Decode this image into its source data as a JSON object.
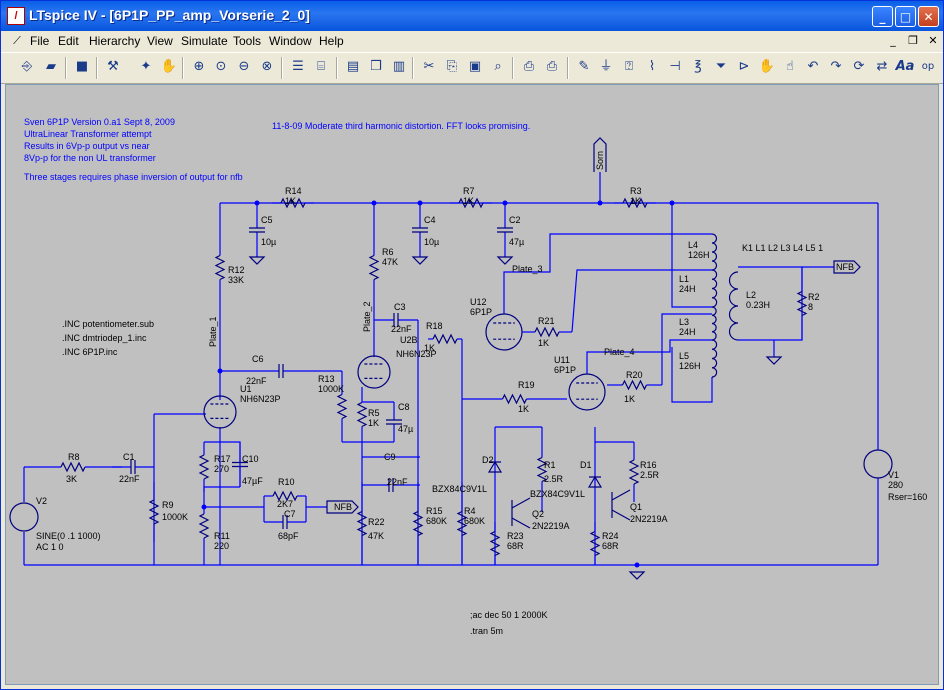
{
  "window": {
    "title": "LTspice IV - [6P1P_PP_amp_Vorserie_2_0]"
  },
  "menu": {
    "items": [
      "File",
      "Edit",
      "Hierarchy",
      "View",
      "Simulate",
      "Tools",
      "Window",
      "Help"
    ]
  },
  "toolbar": {
    "right_label": "op",
    "font_label": "Aa"
  },
  "notes": {
    "header": [
      "Sven 6P1P Version 0.a1 Sept 8, 2009",
      "UltraLinear Transformer attempt",
      "Results in 6Vp-p output vs near",
      "8Vp-p for the non UL transformer",
      "Three stages requires phase inversion of output for nfb"
    ],
    "comment": "11-8-09 Moderate third harmonic distortion. FFT looks promising.",
    "includes": [
      ".INC potentiometer.sub",
      ".INC dmtriodep_1.inc",
      ".INC 6P1P.inc"
    ],
    "k_statement": "K1 L1 L2 L3 L4 L5 1",
    "directives": [
      ";ac dec 50 1 2000K",
      ".tran 5m"
    ]
  },
  "components": {
    "R14": {
      "name": "R14",
      "value": "1K"
    },
    "R7": {
      "name": "R7",
      "value": "1K"
    },
    "R3": {
      "name": "R3",
      "value": "1K"
    },
    "C5": {
      "name": "C5",
      "value": "10µ"
    },
    "C4": {
      "name": "C4",
      "value": "10µ"
    },
    "C2": {
      "name": "C2",
      "value": "47µ"
    },
    "R12": {
      "name": "R12",
      "value": "33K"
    },
    "R6": {
      "name": "R6",
      "value": "47K"
    },
    "C3": {
      "name": "C3",
      "value": "22nF"
    },
    "R18": {
      "name": "R18",
      "value": "1K"
    },
    "U12": {
      "name": "U12",
      "value": "6P1P"
    },
    "U2B": {
      "name": "U2B",
      "value": "NH6N23P"
    },
    "R21": {
      "name": "R21",
      "value": "1K"
    },
    "C6": {
      "name": "C6",
      "value": "22nF"
    },
    "U1": {
      "name": "U1",
      "value": "NH6N23P"
    },
    "R13": {
      "name": "R13",
      "value": "1000K"
    },
    "R5": {
      "name": "R5",
      "value": "1K"
    },
    "C8": {
      "name": "C8",
      "value": "47µ"
    },
    "U11": {
      "name": "U11",
      "value": "6P1P"
    },
    "R19": {
      "name": "R19",
      "value": "1K"
    },
    "R20": {
      "name": "R20",
      "value": "1K"
    },
    "L4": {
      "name": "L4",
      "value": "126H"
    },
    "L1": {
      "name": "L1",
      "value": "24H"
    },
    "L3": {
      "name": "L3",
      "value": "24H"
    },
    "L5": {
      "name": "L5",
      "value": "126H"
    },
    "L2": {
      "name": "L2",
      "value": "0.23H"
    },
    "R2": {
      "name": "R2",
      "value": "8"
    },
    "V1": {
      "name": "V1",
      "value": "280",
      "extra": "Rser=160"
    },
    "V2": {
      "name": "V2",
      "value": "SINE(0 .1 1000)",
      "extra": "AC 1 0"
    },
    "R8": {
      "name": "R8",
      "value": "3K"
    },
    "C1": {
      "name": "C1",
      "value": "22nF"
    },
    "R9": {
      "name": "R9",
      "value": "1000K"
    },
    "R17": {
      "name": "R17",
      "value": "270"
    },
    "C10": {
      "name": "C10",
      "value": "47µF"
    },
    "R10": {
      "name": "R10",
      "value": "2K7"
    },
    "C7": {
      "name": "C7",
      "value": "68pF"
    },
    "R11": {
      "name": "R11",
      "value": "220"
    },
    "C9": {
      "name": "C9",
      "value": "22nF"
    },
    "R22": {
      "name": "R22",
      "value": "47K"
    },
    "R15": {
      "name": "R15",
      "value": "680K"
    },
    "R4": {
      "name": "R4",
      "value": "680K"
    },
    "D2": {
      "name": "D2",
      "value": "BZX84C9V1L"
    },
    "R1": {
      "name": "R1",
      "value": "2.5R"
    },
    "Q2": {
      "name": "Q2",
      "value": "2N2219A"
    },
    "R23": {
      "name": "R23",
      "value": "68R"
    },
    "D1": {
      "name": "D1",
      "value": "BZX84C9V1L"
    },
    "R16": {
      "name": "R16",
      "value": "2.5R"
    },
    "Q1": {
      "name": "Q1",
      "value": "2N2219A"
    },
    "R24": {
      "name": "R24",
      "value": "68R"
    }
  },
  "nets": {
    "plate1": "Plate_1",
    "plate2": "Plate_2",
    "plate3": "Plate_3",
    "plate4": "Plate_4",
    "nfb": "NFB",
    "sorn": "Sorn"
  }
}
